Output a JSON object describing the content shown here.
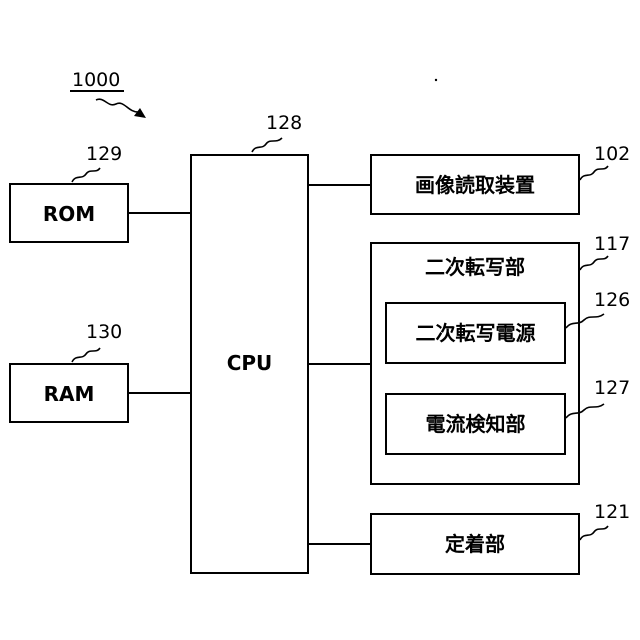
{
  "figure": {
    "number": "1000"
  },
  "cpu": {
    "label": "CPU",
    "ref": "128"
  },
  "rom": {
    "label": "ROM",
    "ref": "129"
  },
  "ram": {
    "label": "RAM",
    "ref": "130"
  },
  "image_reader": {
    "label": "画像読取装置",
    "ref": "102"
  },
  "secondary_transfer": {
    "label": "二次転写部",
    "ref": "117",
    "power_supply": {
      "label": "二次転写電源",
      "ref": "126"
    },
    "current_detector": {
      "label": "電流検知部",
      "ref": "127"
    }
  },
  "fixing_unit": {
    "label": "定着部",
    "ref": "121"
  }
}
